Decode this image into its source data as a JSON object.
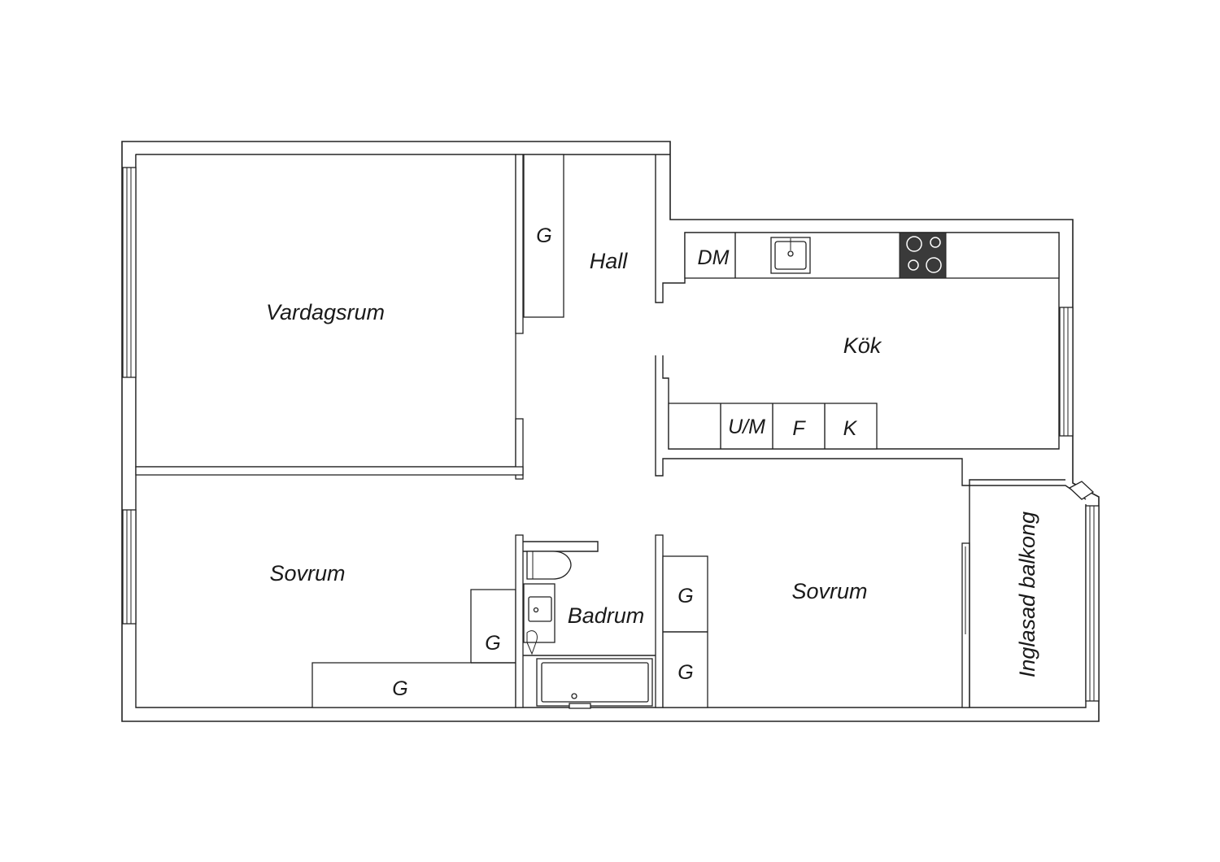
{
  "rooms": {
    "vardagsrum": "Vardagsrum",
    "hall": "Hall",
    "kok": "Kök",
    "sovrum_left": "Sovrum",
    "badrum": "Badrum",
    "sovrum_right": "Sovrum",
    "balkong": "Inglasad balkong"
  },
  "fixtures": {
    "closet_hall": "G",
    "dishwasher": "DM",
    "oven_micro": "U/M",
    "freezer": "F",
    "fridge": "K",
    "closet_sovrum_1": "G",
    "closet_sovrum_2": "G",
    "closet_sovrum_3": "G",
    "closet_sovrum_4": "G"
  },
  "colors": {
    "wall": "#222222",
    "stove": "#3a3a3a",
    "background": "#ffffff"
  }
}
